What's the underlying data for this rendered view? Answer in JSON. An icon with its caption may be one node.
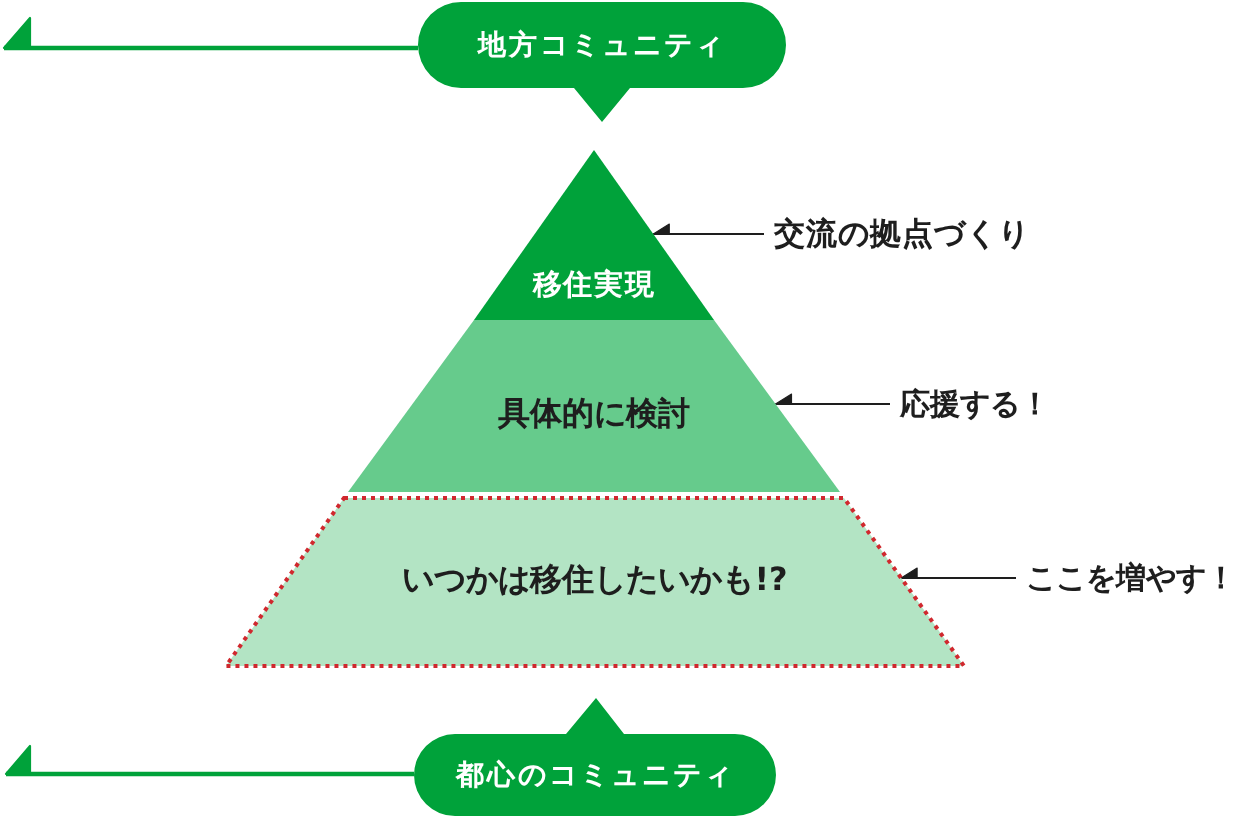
{
  "diagram": {
    "nodes": [
      {
        "text": [
          "地方コミュニティ"
        ]
      },
      {
        "text": [
          "移住実現"
        ]
      },
      {
        "text": [
          "具体的に検討"
        ]
      },
      {
        "text": [
          "いつかは移住したいかも!?"
        ]
      },
      {
        "text": [
          "都心のコミュニティ"
        ]
      },
      {
        "text": [
          "交流の拠点づくり"
        ]
      },
      {
        "text": [
          "応援する！"
        ]
      },
      {
        "text": [
          "ここを増やす！"
        ]
      }
    ],
    "edges": [
      {
        "from": 0,
        "to": null,
        "arrow": "to",
        "color": "#00a23a"
      },
      {
        "from": 4,
        "to": null,
        "arrow": "to",
        "color": "#00a23a"
      },
      {
        "from": 5,
        "to": 1,
        "arrow": "to"
      },
      {
        "from": 6,
        "to": 2,
        "arrow": "to"
      },
      {
        "from": 7,
        "to": 3,
        "arrow": "to"
      }
    ]
  }
}
